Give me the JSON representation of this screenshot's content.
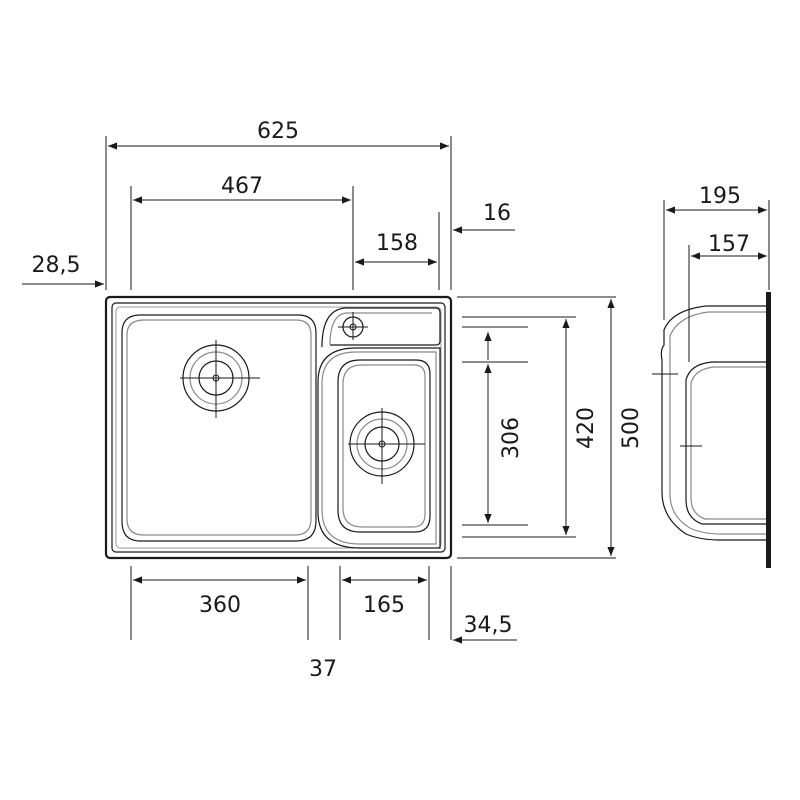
{
  "dimensions": {
    "overall_width": "625",
    "left_offset": "28,5",
    "large_bowl_span": "467",
    "right_edge": "16",
    "drain_area": "158",
    "large_bowl_width": "360",
    "small_bowl_width": "165",
    "divider": "37",
    "small_bowl_right": "34,5",
    "small_bowl_depth": "306",
    "bowl_depth": "420",
    "overall_depth": "500",
    "side_depth": "195",
    "side_inner_depth": "157"
  },
  "colors": {
    "line": "#1a1a1a",
    "inner_line": "#8a8a8a"
  }
}
